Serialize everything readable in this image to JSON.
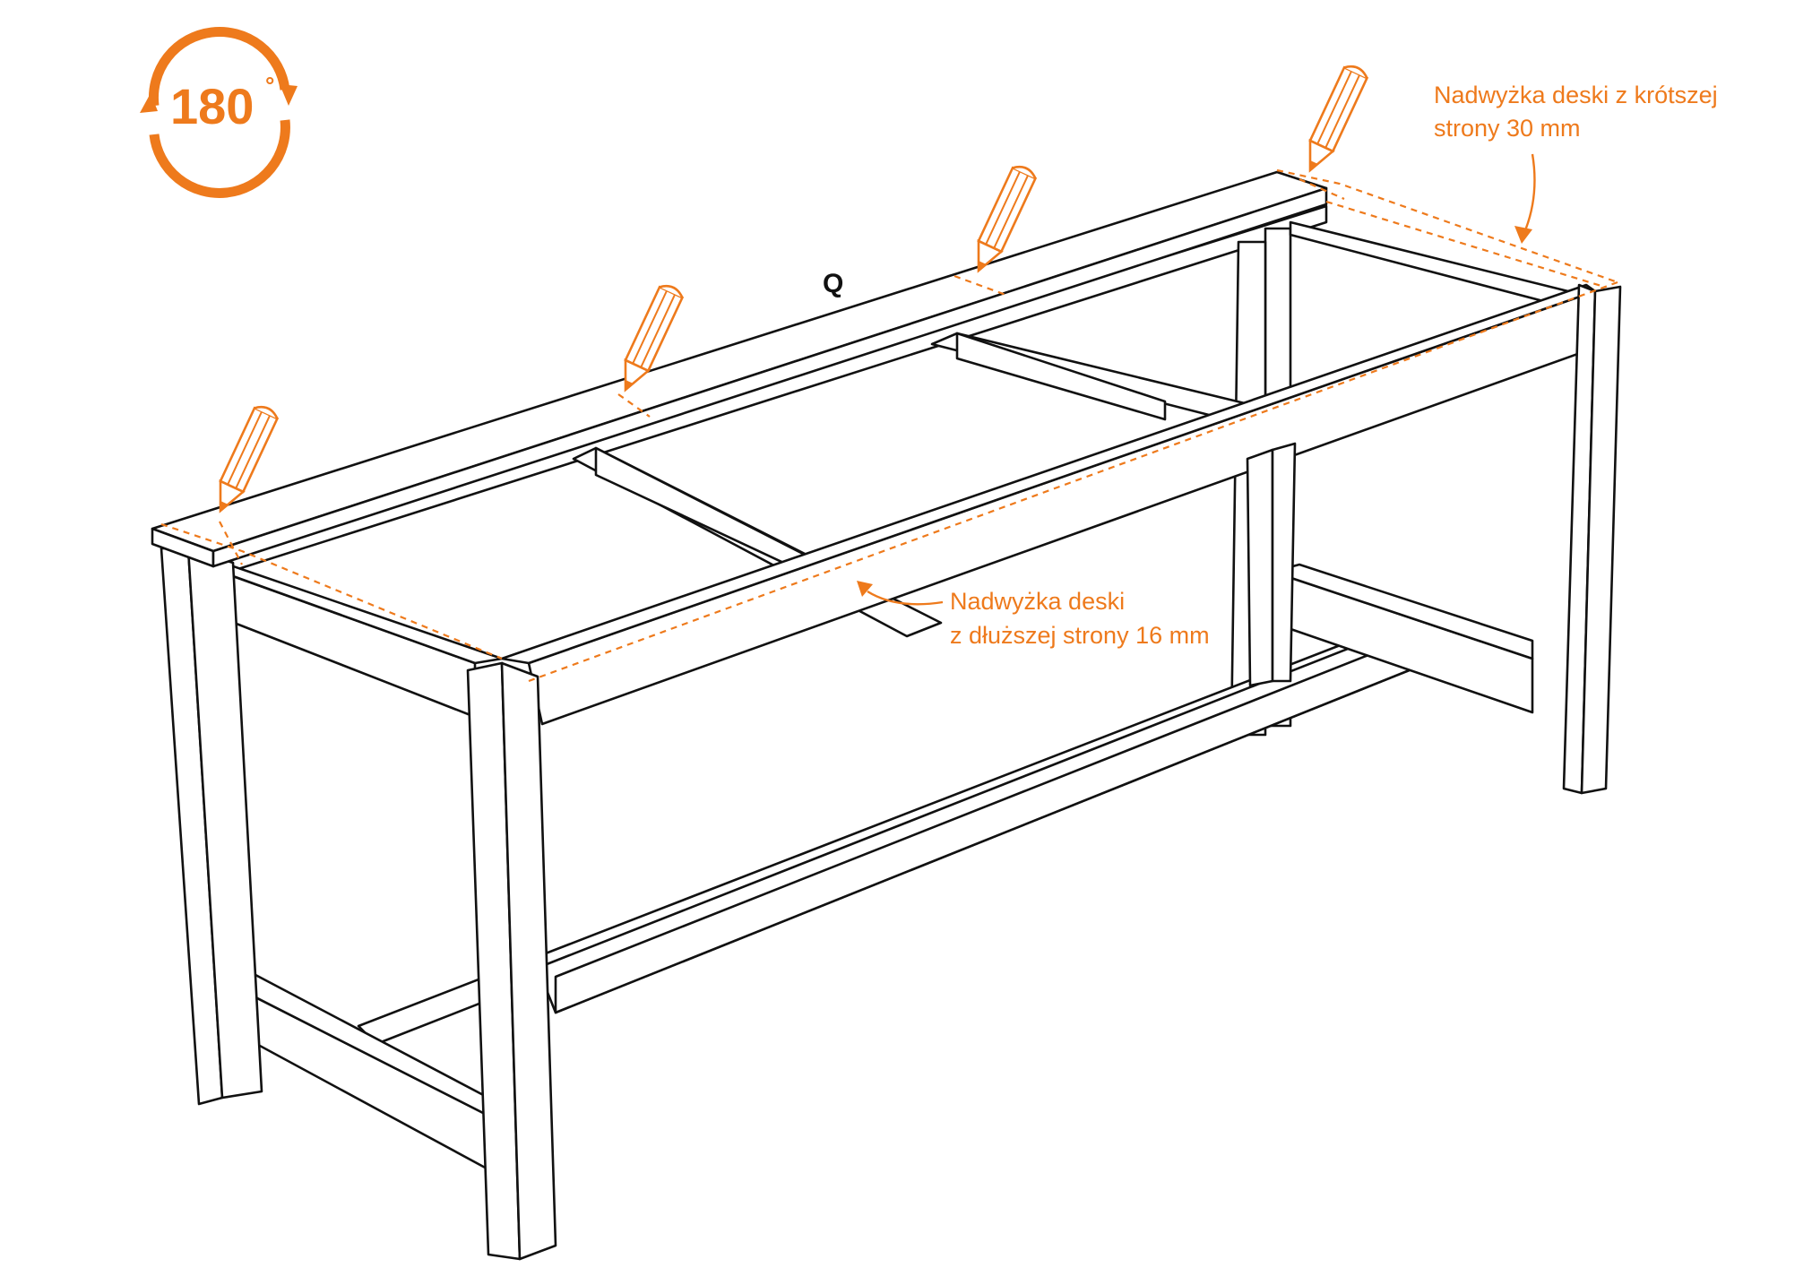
{
  "rotate_badge": {
    "label": "180",
    "unit": "°"
  },
  "part_label": "Q",
  "annotations": {
    "short_side": {
      "line1": "Nadwyżka deski z krótszej",
      "line2": "strony 30 mm"
    },
    "long_side": {
      "line1": "Nadwyżka deski",
      "line2": "z dłuższej strony 16 mm"
    }
  },
  "colors": {
    "accent": "#ee7a1c",
    "ink": "#111111"
  },
  "icons": [
    "rotate-180-icon",
    "pencil-icon"
  ]
}
